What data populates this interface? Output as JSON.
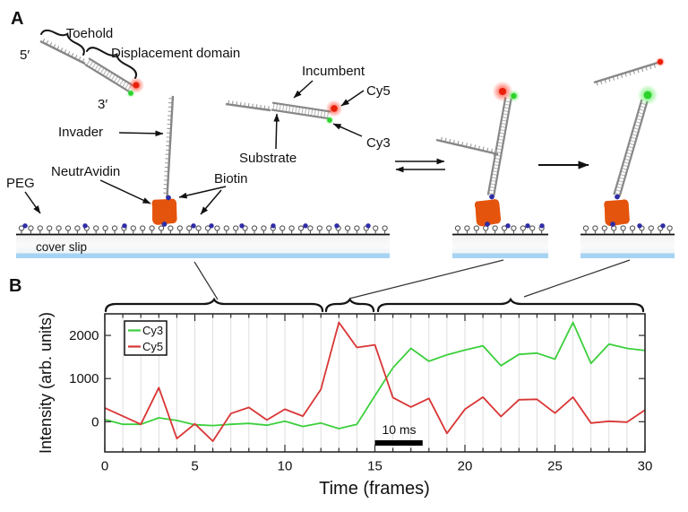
{
  "figure": {
    "panel_a_label": "A",
    "panel_b_label": "B"
  },
  "panel_a": {
    "labels": {
      "toehold": "Toehold",
      "displacement_domain": "Displacement domain",
      "five_prime": "5′",
      "three_prime": "3′",
      "invader": "Invader",
      "incumbent": "Incumbent",
      "substrate": "Substrate",
      "cy5": "Cy5",
      "cy3": "Cy3",
      "neutravidin": "NeutrAvidin",
      "biotin": "Biotin",
      "peg": "PEG",
      "cover_slip": "cover slip"
    },
    "colors": {
      "neutravidin": "#e5540c",
      "biotin": "#2f2da6",
      "cy3_dye": "#2bd32b",
      "cy5_dye": "#e8200a",
      "dna_strand": "#878787",
      "cover_slip_stripe": "#a6d3f2"
    }
  },
  "panel_b": {
    "ylabel": "Intensity (arb. units)",
    "xlabel": "Time (frames)",
    "scale_bar_label": "10 ms",
    "legend": [
      {
        "label": "Cy3",
        "color": "#3ccf3c"
      },
      {
        "label": "Cy5",
        "color": "#d93535"
      }
    ]
  },
  "chart_data": {
    "type": "line",
    "title": "",
    "xlabel": "Time (frames)",
    "ylabel": "Intensity (arb. units)",
    "x": [
      0,
      1,
      2,
      3,
      4,
      5,
      6,
      7,
      8,
      9,
      10,
      11,
      12,
      13,
      14,
      15,
      16,
      17,
      18,
      19,
      20,
      21,
      22,
      23,
      24,
      25,
      26,
      27,
      28,
      29,
      30
    ],
    "series": [
      {
        "name": "Cy3",
        "color": "#3ccf3c",
        "values": [
          50,
          -60,
          -60,
          90,
          30,
          -70,
          -90,
          -60,
          -40,
          -80,
          10,
          -110,
          -30,
          -160,
          -60,
          600,
          1250,
          1700,
          1400,
          1550,
          1660,
          1760,
          1300,
          1560,
          1590,
          1450,
          2300,
          1350,
          1800,
          1700,
          1650
        ]
      },
      {
        "name": "Cy5",
        "color": "#d93535",
        "values": [
          320,
          130,
          -60,
          790,
          -390,
          -50,
          -450,
          190,
          330,
          40,
          290,
          130,
          750,
          2300,
          1720,
          1780,
          560,
          340,
          540,
          -270,
          290,
          570,
          120,
          510,
          520,
          200,
          570,
          -30,
          10,
          -10,
          270
        ]
      }
    ],
    "xlim": [
      0,
      30
    ],
    "ylim": [
      -700,
      2500
    ],
    "xticks": [
      0,
      5,
      10,
      15,
      20,
      25,
      30
    ],
    "yticks": [
      0,
      1000,
      2000
    ],
    "grid": "vertical gridline at every frame",
    "legend_position": "upper left",
    "annotations": [
      {
        "type": "scale_bar",
        "label": "10 ms",
        "x_start": 15,
        "x_end": 17.65,
        "y_value": -430
      }
    ]
  }
}
